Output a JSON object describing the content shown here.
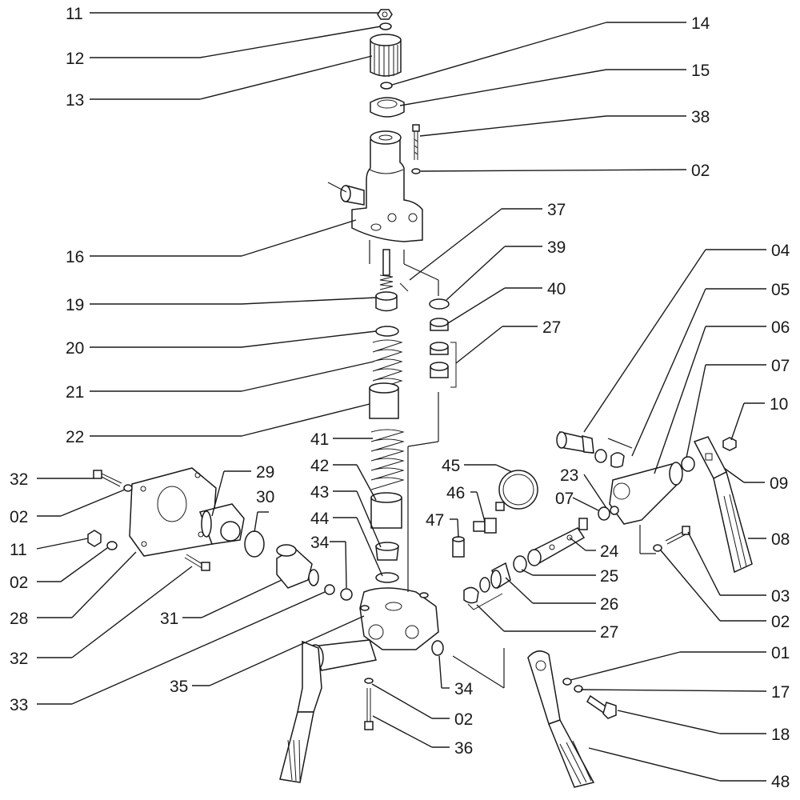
{
  "callouts": {
    "c11_top": "11",
    "c12": "12",
    "c13": "13",
    "c14": "14",
    "c15": "15",
    "c38": "38",
    "c02_top": "02",
    "c37": "37",
    "c16": "16",
    "c39": "39",
    "c19": "19",
    "c40": "40",
    "c04": "04",
    "c05": "05",
    "c06": "06",
    "c07_right": "07",
    "c20": "20",
    "c27_top": "27",
    "c21": "21",
    "c10": "10",
    "c22": "22",
    "c41": "41",
    "c45": "45",
    "c42": "42",
    "c23": "23",
    "c09": "09",
    "c32_left": "32",
    "c29": "29",
    "c46": "46",
    "c43": "43",
    "c07_mid": "07",
    "c02_left": "02",
    "c30": "30",
    "c08": "08",
    "c47": "47",
    "c44": "44",
    "c11_left": "11",
    "c34_top": "34",
    "c24": "24",
    "c02_left2": "02",
    "c25": "25",
    "c03": "03",
    "c26": "26",
    "c28": "28",
    "c31": "31",
    "c02_right": "02",
    "c27_bottom": "27",
    "c32_bottom": "32",
    "c01": "01",
    "c35": "35",
    "c34_bottom": "34",
    "c17": "17",
    "c33": "33",
    "c02_bottom": "02",
    "c18": "18",
    "c36": "36",
    "c48": "48"
  }
}
